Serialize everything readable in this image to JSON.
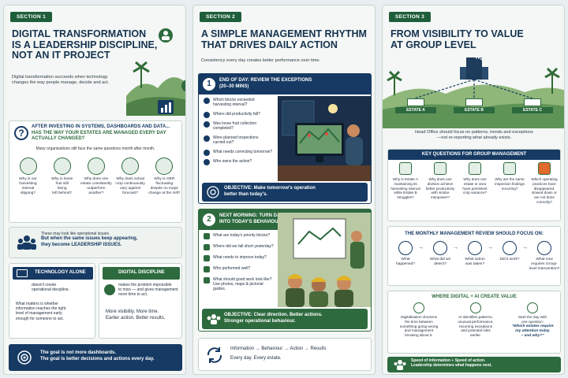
{
  "p1": {
    "section": "SECTION 1",
    "title": [
      "DIGITAL TRANSFORMATION",
      "IS A LEADERSHIP DISCIPLINE,",
      "NOT AN IT PROJECT"
    ],
    "intro": [
      "Digital transformation succeeds when technology",
      "changes the way people manage, decide and act."
    ],
    "q_head": [
      "AFTER INVESTING IN SYSTEMS, DASHBOARDS AND DATA...",
      "HAS THE WAY YOUR ESTATES ARE MANAGED EVERY DAY",
      "ACTUALLY CHANGED?"
    ],
    "q_sub": "Many organisations still face the same questions month after month.",
    "questions": [
      [
        "Why is our",
        "harvesting",
        "interval",
        "slipping?"
      ],
      [
        "Why is loose",
        "fruit still",
        "being",
        "left behind?"
      ],
      [
        "Why does one",
        "estate consistently",
        "outperform",
        "another?"
      ],
      [
        "Why does actual",
        "crop continuously",
        "vary against",
        "forecast?"
      ],
      [
        "Why is OER",
        "fluctuating",
        "despite no major",
        "change at the mill?"
      ]
    ],
    "ops_l1": "These may look like operational issues.",
    "ops_l2": "But when the same issues keep appearing,",
    "ops_l3": "they become LEADERSHIP ISSUES.",
    "tech_head": "TECHNOLOGY ALONE",
    "tech_body": [
      "doesn't create",
      "operational discipline."
    ],
    "tech_more": [
      "What matters is whether",
      "information reaches the right",
      "level of management early",
      "enough for someone to act."
    ],
    "dig_head": "DIGITAL DISCIPLINE",
    "dig_body": [
      "makes the problem impossible",
      "to miss — and gives management",
      "more time to act."
    ],
    "dig_more": [
      "More visibility. More time.",
      "Earlier action. Better results."
    ],
    "goal_l1": "The goal is not more dashboards.",
    "goal_l2": "The goal is better decisions and actions every day."
  },
  "p2": {
    "section": "SECTION 2",
    "title": [
      "A SIMPLE MANAGEMENT RHYTHM",
      "THAT DRIVES DAILY ACTION"
    ],
    "intro": "Consistency every day creates better performance over time.",
    "s1_num": "1",
    "s1_head": [
      "END OF DAY: REVIEW THE EXCEPTIONS",
      "(20–30 MINS)"
    ],
    "s1_items": [
      [
        "Which blocks exceeded",
        "harvesting interval?"
      ],
      [
        "Where did productivity fall?"
      ],
      [
        "Was loose fruit collection",
        "completed?"
      ],
      [
        "Were planned inspections",
        "carried out?"
      ],
      [
        "What needs correcting tomorrow?"
      ],
      [
        "Who owns the action?"
      ]
    ],
    "s1_obj": [
      "OBJECTIVE: Make tomorrow's operation",
      "better than today's."
    ],
    "s2_num": "2",
    "s2_head": [
      "NEXT MORNING: TURN DATA",
      "INTO TODAY'S BEHAVIOUR"
    ],
    "s2_items": [
      [
        "What are today's priority blocks?"
      ],
      [
        "Where did we fall short yesterday?"
      ],
      [
        "What needs to improve today?"
      ],
      [
        "Who performed well?"
      ],
      [
        "What should good work look like?",
        "Use photos, maps & pictorial guides."
      ]
    ],
    "s2_obj": [
      "OBJECTIVE: Clear direction. Better actions.",
      "Stronger operational behaviour."
    ],
    "cycle": [
      "Information",
      "Behaviour",
      "Action",
      "Results"
    ],
    "cycle_sub": "Every day. Every estate."
  },
  "p3": {
    "section": "SECTION 3",
    "title": [
      "FROM VISIBILITY TO VALUE",
      "AT GROUP LEVEL"
    ],
    "hq": "HQ",
    "estates": [
      "ESTATE A",
      "ESTATE B",
      "ESTATE C"
    ],
    "ho_text": [
      "Head Office should focus on patterns, trends and exceptions",
      "—not re-reporting what already exists."
    ],
    "kq_head": "KEY QUESTIONS FOR GROUP MANAGEMENT",
    "kq": [
      [
        "Why is Estate A",
        "maintaining its",
        "harvesting interval",
        "while Estate B",
        "struggles?"
      ],
      [
        "Why does one",
        "division achieve",
        "better productivity",
        "with similar",
        "manpower?"
      ],
      [
        "Why does one",
        "estate or area",
        "have persistent",
        "crop variance?"
      ],
      [
        "Why are the same",
        "inspection findings",
        "recurring?"
      ],
      [
        "Which operating",
        "practices have",
        "disappeared,",
        "slowed down or",
        "are not done",
        "correctly?"
      ]
    ],
    "review_head": "THE MONTHLY MANAGEMENT REVIEW SHOULD FOCUS ON:",
    "review": [
      [
        "What",
        "happened?"
      ],
      [
        "What did we",
        "detect?"
      ],
      [
        "What action",
        "was taken?"
      ],
      [
        "Did it work?"
      ],
      [
        "What now",
        "requires Group-",
        "level intervention?"
      ]
    ],
    "value_head": "WHERE DIGITAL + AI CREATE VALUE",
    "value": [
      [
        "Digitalisation shortens",
        "the time between",
        "something going wrong",
        "and management",
        "knowing about it."
      ],
      [
        "AI identifies patterns,",
        "unusual performance,",
        "recurring exceptions",
        "and potential risks",
        "earlier."
      ],
      [
        "Start the day with",
        "one question:"
      ]
    ],
    "value_quote": [
      "“Which estates require",
      "my attention today",
      "– and why?”"
    ],
    "footer_l1": "Speed of information + Speed of action.",
    "footer_l2": "Leadership determines what happens next."
  },
  "colors": {
    "navy": "#163a63",
    "green": "#2d6a3e",
    "accent": "#f0b429"
  }
}
